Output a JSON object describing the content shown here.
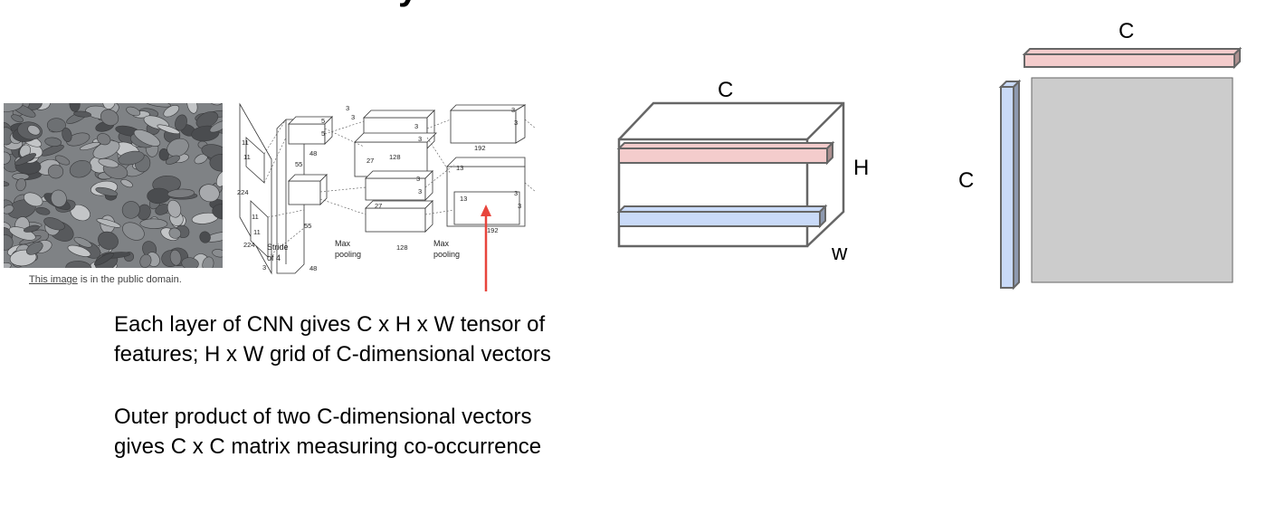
{
  "slide": {
    "title_fragment": "y",
    "photo_caption": {
      "link_text": "This image",
      "rest_text": " is in the public domain."
    },
    "paragraph1": {
      "line1": "Each layer of CNN gives C x H x W tensor of",
      "line2": "features; H x W grid of C-dimensional vectors"
    },
    "paragraph2": {
      "line1": "Outer product of two C-dimensional vectors",
      "line2": "gives C x C matrix measuring co-occurrence"
    }
  },
  "cnn_diagram": {
    "labels": [
      "5",
      "5",
      "48",
      "11",
      "11",
      "224",
      "3",
      "55",
      "Stride",
      "of 4",
      "55",
      "224",
      "11",
      "11",
      "27",
      "128",
      "27",
      "3",
      "3",
      "3",
      "3",
      "128",
      "Max",
      "pooling",
      "Max",
      "pooling",
      "3",
      "3",
      "192",
      "13",
      "13",
      "3",
      "3",
      "192",
      "48",
      "3",
      "3"
    ]
  },
  "tensor_diagram": {
    "label_c": "C",
    "label_h": "H",
    "label_w": "w"
  },
  "gram_matrix": {
    "label_top": "C",
    "label_left": "C"
  },
  "colors": {
    "pink_bar": "#f4cccc",
    "blue_bar": "#c9daf8",
    "matrix_fill": "#cccccc",
    "outline": "#666666",
    "arrow": "#e8453c"
  }
}
